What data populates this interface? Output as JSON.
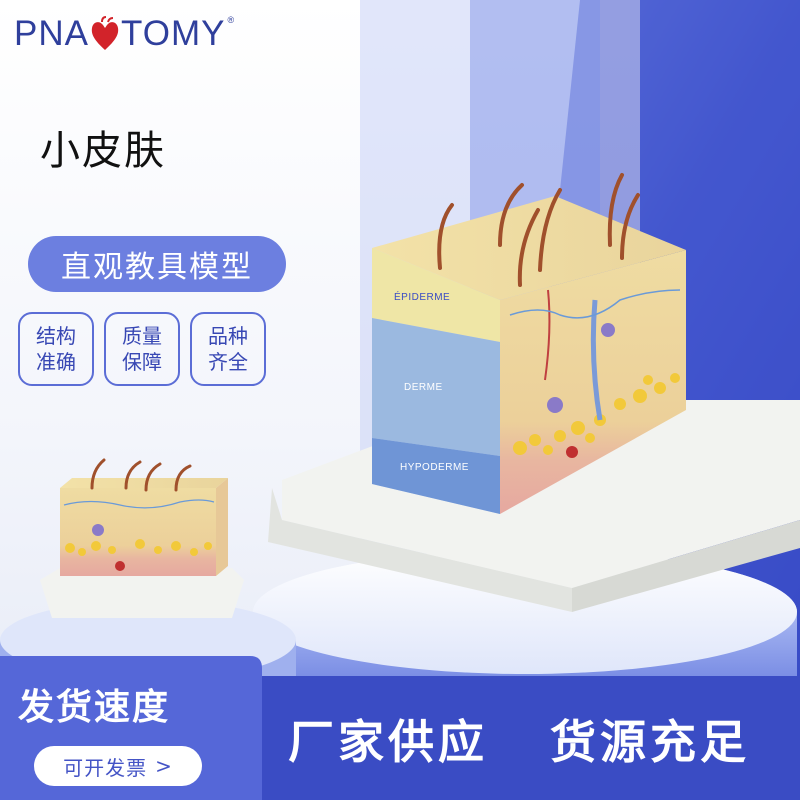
{
  "brand": {
    "left": "PNA",
    "right": "TOMY",
    "registered": "®"
  },
  "product_title": "小皮肤",
  "tagline": "直观教具模型",
  "features": [
    {
      "line1": "结构",
      "line2": "准确"
    },
    {
      "line1": "质量",
      "line2": "保障"
    },
    {
      "line1": "品种",
      "line2": "齐全"
    }
  ],
  "model_layers": {
    "epidermis": "ÉPIDERME",
    "dermis": "DERME",
    "hypodermis": "HYPODERME"
  },
  "delivery": {
    "title": "发货速度",
    "invoice_label": "可开发票",
    "arrow": ">"
  },
  "bottom_banner": {
    "left": "厂家供应",
    "right": "货源充足"
  },
  "colors": {
    "brand_blue": "#2f3f9c",
    "accent_blue": "#6c7fe0",
    "deep_blue": "#3a4cc4"
  }
}
